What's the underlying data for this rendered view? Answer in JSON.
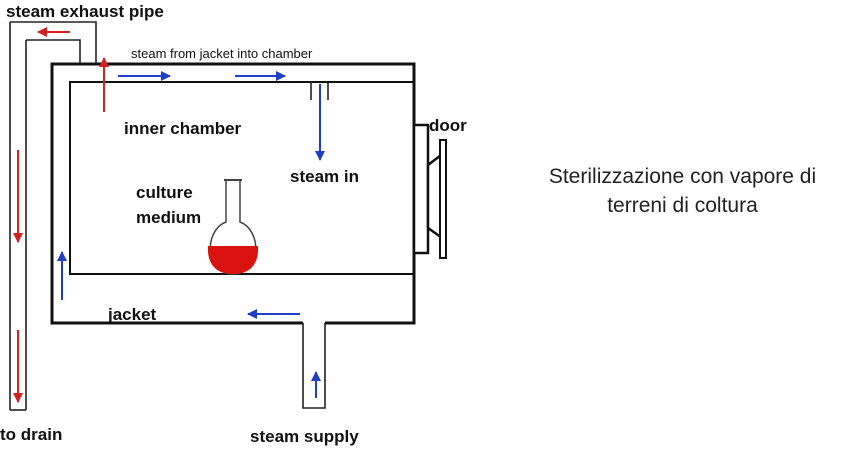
{
  "labels": {
    "steam_exhaust_pipe": "steam exhaust pipe",
    "steam_from_jacket": "steam from jacket into chamber",
    "inner_chamber": "inner chamber",
    "door": "door",
    "steam_in": "steam in",
    "culture_line1": "culture",
    "culture_line2": "medium",
    "jacket": "jacket",
    "to_drain": "to drain",
    "steam_supply": "steam supply"
  },
  "caption": {
    "line1": "Sterilizzazione con vapore di",
    "line2": "terreni di coltura"
  },
  "colors": {
    "steam_flow_arrow": "#1f3fc4",
    "exhaust_flow_arrow": "#d42020",
    "culture_medium": "#d8120f",
    "outline": "#111111"
  }
}
